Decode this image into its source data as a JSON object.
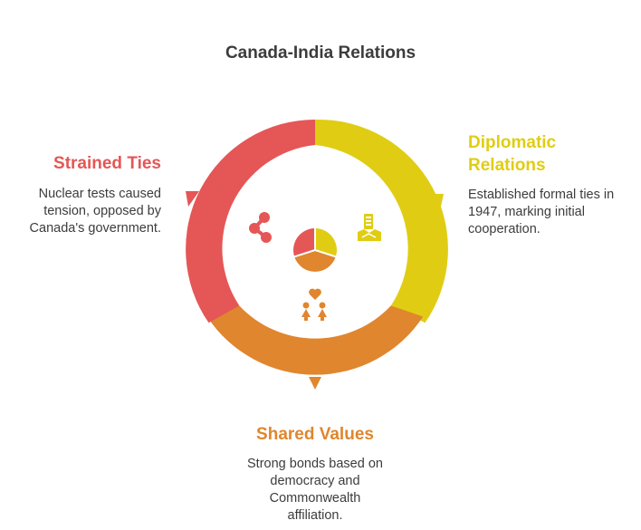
{
  "title": "Canada-India Relations",
  "colors": {
    "red": "#e55656",
    "yellow": "#e0cd13",
    "orange": "#e0862e",
    "text": "#3c3c3c"
  },
  "segments": [
    {
      "heading": "Strained Ties",
      "description": "Nuclear tests caused tension, opposed by Canada's government.",
      "color": "#e55656",
      "icon": "share-nodes-icon"
    },
    {
      "heading": "Diplomatic Relations",
      "description": "Established formal ties in 1947, marking initial cooperation.",
      "color": "#e0cd13",
      "icon": "handshake-building-icon"
    },
    {
      "heading": "Shared Values",
      "description": "Strong bonds based on democracy and Commonwealth affiliation.",
      "color": "#e0862e",
      "icon": "people-heart-icon"
    }
  ]
}
